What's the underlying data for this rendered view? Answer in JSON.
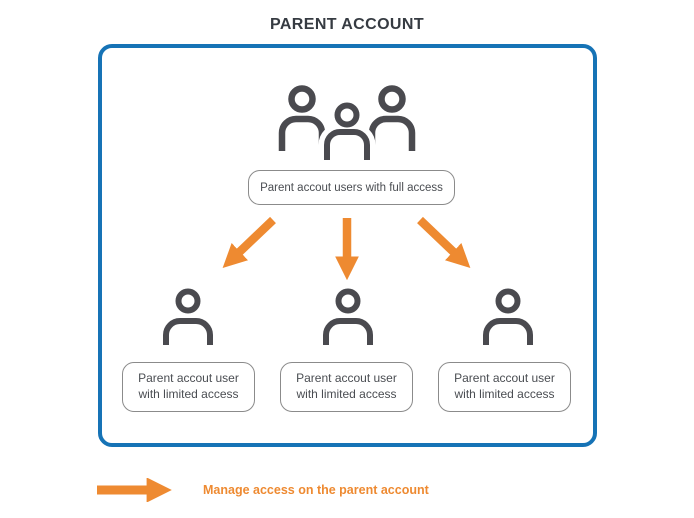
{
  "title": "PARENT ACCOUNT",
  "diagram": {
    "full_access_label": "Parent accout users with full access",
    "limited_nodes": [
      {
        "line1": "Parent accout user",
        "line2": "with limited access"
      },
      {
        "line1": "Parent accout user",
        "line2": "with limited access"
      },
      {
        "line1": "Parent accout user",
        "line2": "with limited access"
      }
    ]
  },
  "legend": {
    "label": "Manage access on the parent account"
  },
  "colors": {
    "box_border_blue": "#1673b6",
    "arrow_orange": "#ee8a31",
    "icon_gray": "#4a4a4f",
    "text_gray": "#4a4d52",
    "pill_border_gray": "#8b8b8b"
  }
}
